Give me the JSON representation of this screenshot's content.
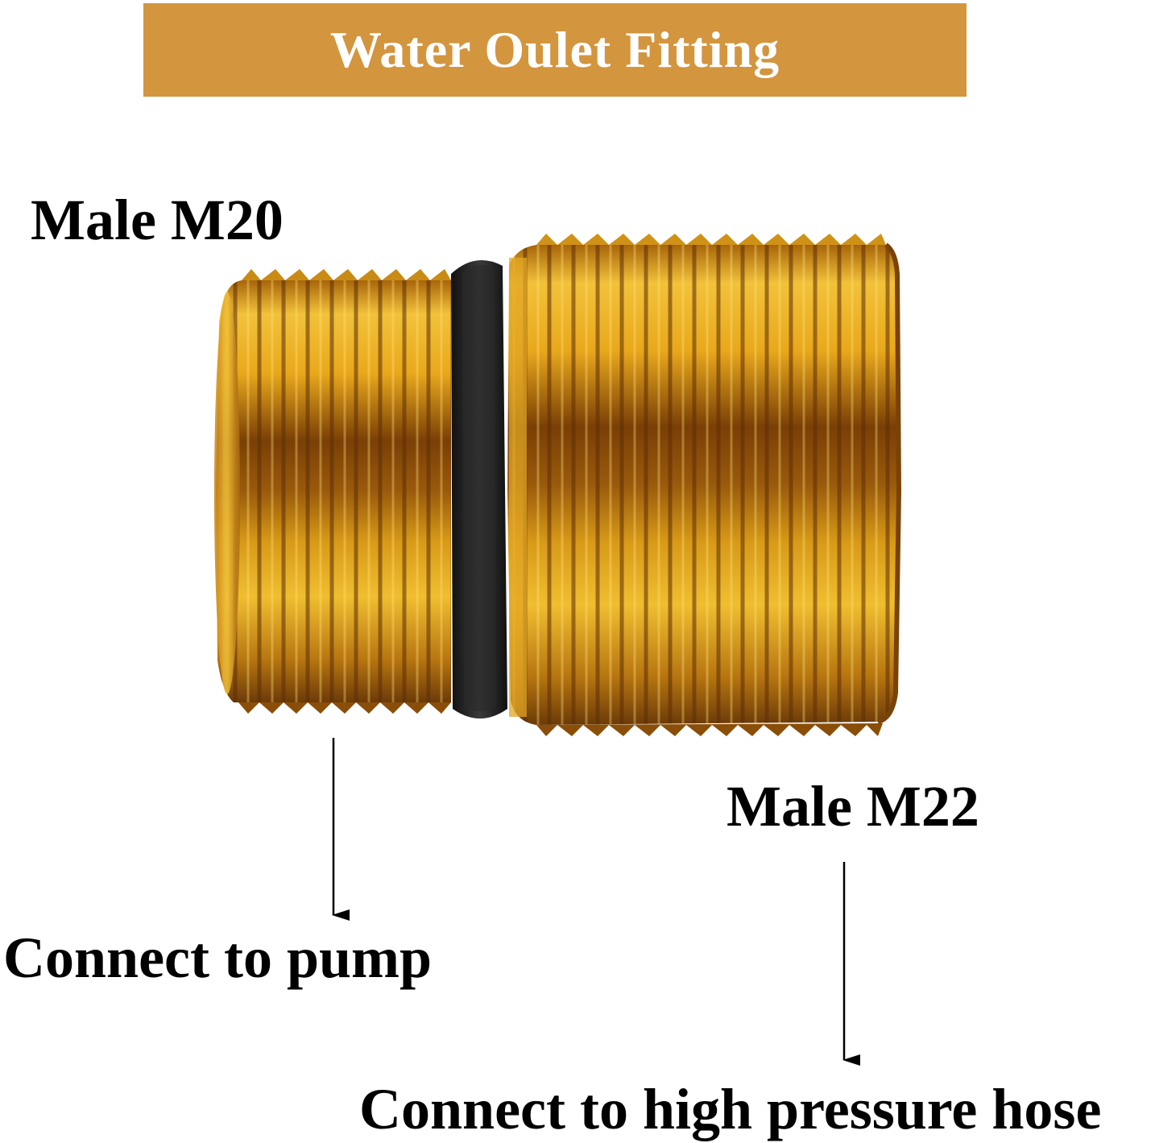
{
  "title": "Water Oulet Fitting",
  "colors": {
    "banner": "#D4953F",
    "brass_light": "#F2C23A",
    "brass_mid": "#D4951A",
    "brass_dark": "#6B3A08",
    "oring": "#1E1E1E",
    "text": "#000000"
  },
  "labels": {
    "left_thread": "Male M20",
    "right_thread": "Male M22",
    "left_connection": "Connect to pump",
    "right_connection": "Connect to high pressure hose"
  },
  "icons": {
    "fitting": "brass-fitting-icon",
    "oring": "o-ring-icon",
    "arrow_left": "arrow-down-icon",
    "arrow_right": "arrow-down-icon"
  }
}
